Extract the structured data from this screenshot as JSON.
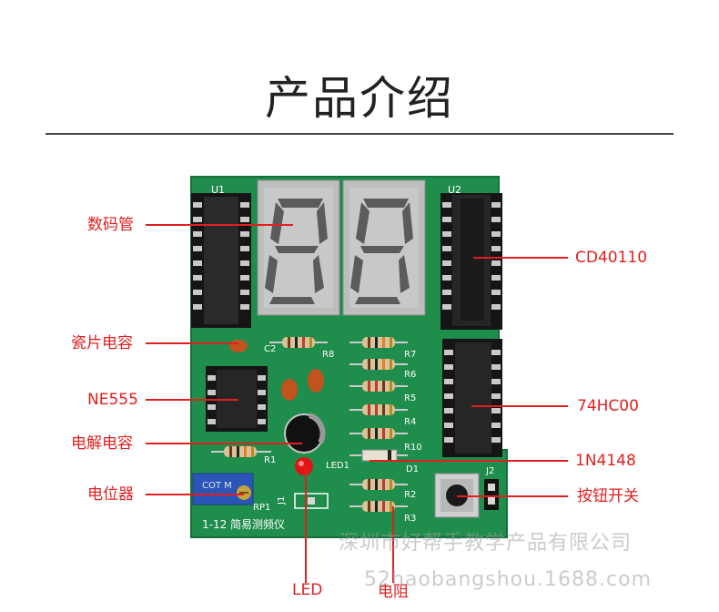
{
  "title": "产品介绍",
  "board_label": "1-12 简易测频仪",
  "colors": {
    "pcb": "#1c8a4a",
    "callout": "#e02020",
    "title": "#222222"
  },
  "callouts": {
    "digit_tube": "数码管",
    "ceramic_cap": "瓷片电容",
    "ne555": "NE555",
    "electrolytic_cap": "电解电容",
    "potentiometer": "电位器",
    "cd40110": "CD40110",
    "hc00": "74HC00",
    "diode": "1N4148",
    "button": "按钮开关",
    "led": "LED",
    "resistor": "电阻"
  },
  "silkscreen": {
    "u1": "U1",
    "u2": "U2",
    "c2": "C2",
    "r8": "R8",
    "r7": "R7",
    "r6": "R6",
    "r5": "R5",
    "r4": "R4",
    "r10": "R10",
    "d1": "D1",
    "r1": "R1",
    "led1": "LED1",
    "rp1": "RP1",
    "j1": "J1",
    "j2": "J2",
    "r2": "R2",
    "r3": "R3",
    "pot_marking": "COT M"
  },
  "watermark": {
    "line1": "深圳市好帮手教学产品有限公司",
    "line2": "52haobangshou.1688.com"
  }
}
